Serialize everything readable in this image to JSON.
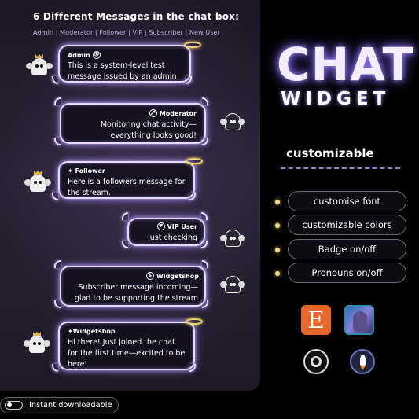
{
  "header": {
    "title": "6 Different Messages in the chat box:",
    "roles": "Admin | Moderator | Follower | VIP | Subscriber | New User"
  },
  "messages": [
    {
      "user": "Admin",
      "badge": "👁",
      "text_line1": "This is a system-level test",
      "text_line2": "message issued by an admin"
    },
    {
      "user": "Moderator",
      "badge": "🗡",
      "text_line1": "Monitoring chat activity—",
      "text_line2": "everything looks good!"
    },
    {
      "user": "✦ Follower",
      "text_line1": "Here is a followers message for",
      "text_line2": "the stream."
    },
    {
      "user": "VIP User",
      "badge": "♥",
      "text_line1": "Just checking"
    },
    {
      "user": "Widgetshop",
      "badge": "$",
      "text_line1": "Subscriber message incoming—",
      "text_line2": "glad to be supporting the stream"
    },
    {
      "user": "✦Widgetshop",
      "text_line1": "Hi there! Just joined the chat",
      "text_line2": "for the first time—excited to be",
      "text_line3": "here!"
    }
  ],
  "branding": {
    "title": "CHAT",
    "subtitle": "WIDGET",
    "tagline": "customizable"
  },
  "features": [
    "customise font",
    "customizable  colors",
    "Badge on/off",
    "Pronouns on/off"
  ],
  "platforms": [
    {
      "icon": "etsy-icon",
      "label": "E"
    },
    {
      "icon": "shop-avatar-icon"
    },
    {
      "icon": "obs-icon"
    },
    {
      "icon": "streamlabs-icon"
    }
  ],
  "footer": {
    "toggle_label": "Instant downloadable"
  },
  "colors": {
    "neon": "#e7dcff",
    "glow": "#b9a2ff",
    "halo": "#f1d36a",
    "etsy": "#e8652b",
    "dot": "#f3d98a"
  }
}
